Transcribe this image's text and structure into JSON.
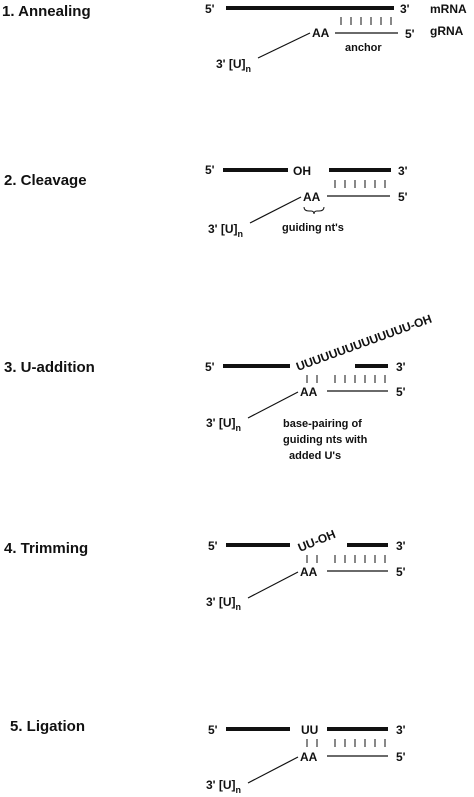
{
  "steps": [
    {
      "title": "1. Annealing",
      "mrna_5": "5'",
      "mrna_3": "3'",
      "mrna_label": "mRNA",
      "grna_label": "gRNA",
      "aa": "AA",
      "grna_5": "5'",
      "anchor": "anchor",
      "tail_3": "3' [U]",
      "tail_n": "n"
    },
    {
      "title": "2. Cleavage",
      "mrna_5": "5'",
      "oh": "OH",
      "mrna_3": "3'",
      "aa": "AA",
      "grna_5": "5'",
      "tail_3": "3' [U]",
      "tail_n": "n",
      "note": "guiding nt's"
    },
    {
      "title": "3. U-addition",
      "mrna_5": "5'",
      "u_tail": "UUUUUUUUUUUUUU-OH",
      "mrna_3": "3'",
      "aa": "AA",
      "grna_5": "5'",
      "tail_3": "3' [U]",
      "tail_n": "n",
      "note_lines": [
        "base-pairing of",
        "guiding nts with",
        "added U's"
      ]
    },
    {
      "title": "4. Trimming",
      "mrna_5": "5'",
      "u_tail": "UU-OH",
      "mrna_3": "3'",
      "aa": "AA",
      "grna_5": "5'",
      "tail_3": "3' [U]",
      "tail_n": "n"
    },
    {
      "title": "5. Ligation",
      "mrna_5": "5'",
      "uu": "UU",
      "mrna_3": "3'",
      "aa": "AA",
      "grna_5": "5'",
      "tail_3": "3' [U]",
      "tail_n": "n"
    }
  ]
}
